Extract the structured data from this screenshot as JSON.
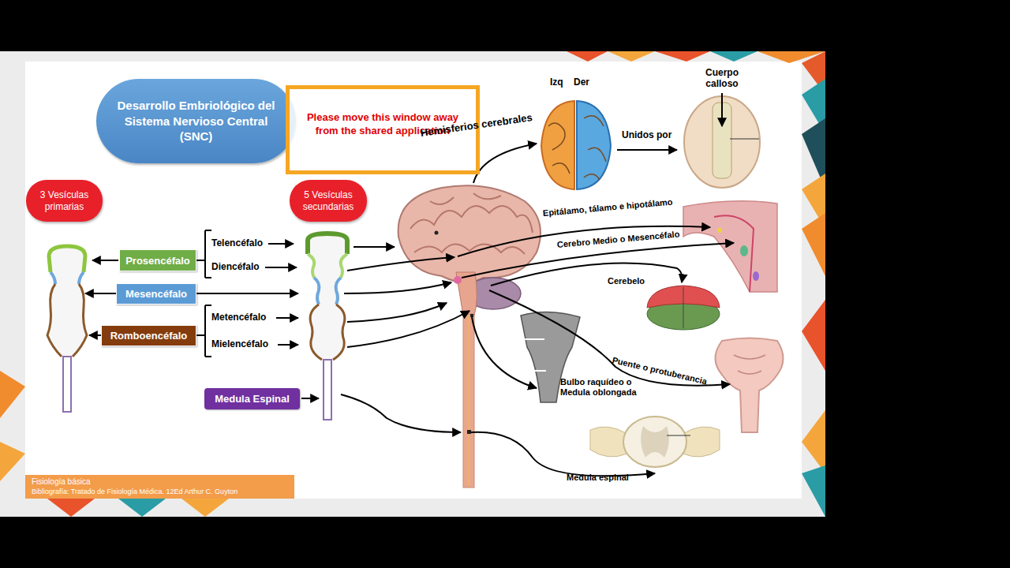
{
  "diagram": {
    "nodes": [
      {
        "text": [
          "Desarrollo Embriológico del Sistema Nervioso Central (SNC)"
        ]
      },
      {
        "text": [
          "Please move this window away from the shared application"
        ]
      },
      {
        "text": [
          "3 Vesículas primarias"
        ]
      },
      {
        "text": [
          "5 Vesículas secundarias"
        ]
      },
      {
        "text": [
          "Prosencéfalo"
        ]
      },
      {
        "text": [
          "Mesencéfalo"
        ]
      },
      {
        "text": [
          "Romboencéfalo"
        ]
      },
      {
        "text": [
          "Medula Espinal"
        ]
      },
      {
        "text": [
          "Fisiología básica",
          "Bibliografía: Tratado de Fisiología Médica. 12Ed Arthur C. Guyton"
        ]
      }
    ],
    "labels": [
      "Telencéfalo",
      "Diencéfalo",
      "Metencéfalo",
      "Mielencéfalo",
      "Hemisferios cerebrales",
      "Izq",
      "Der",
      "Unidos por",
      "Cuerpo calloso",
      "Epitálamo, tálamo e hipotálamo",
      "Cerebro Medio o Mesencéfalo",
      "Cerebelo",
      "Puente o protuberancia",
      "Bulbo raquídeo o Medula oblongada",
      "Medula espinal"
    ]
  }
}
